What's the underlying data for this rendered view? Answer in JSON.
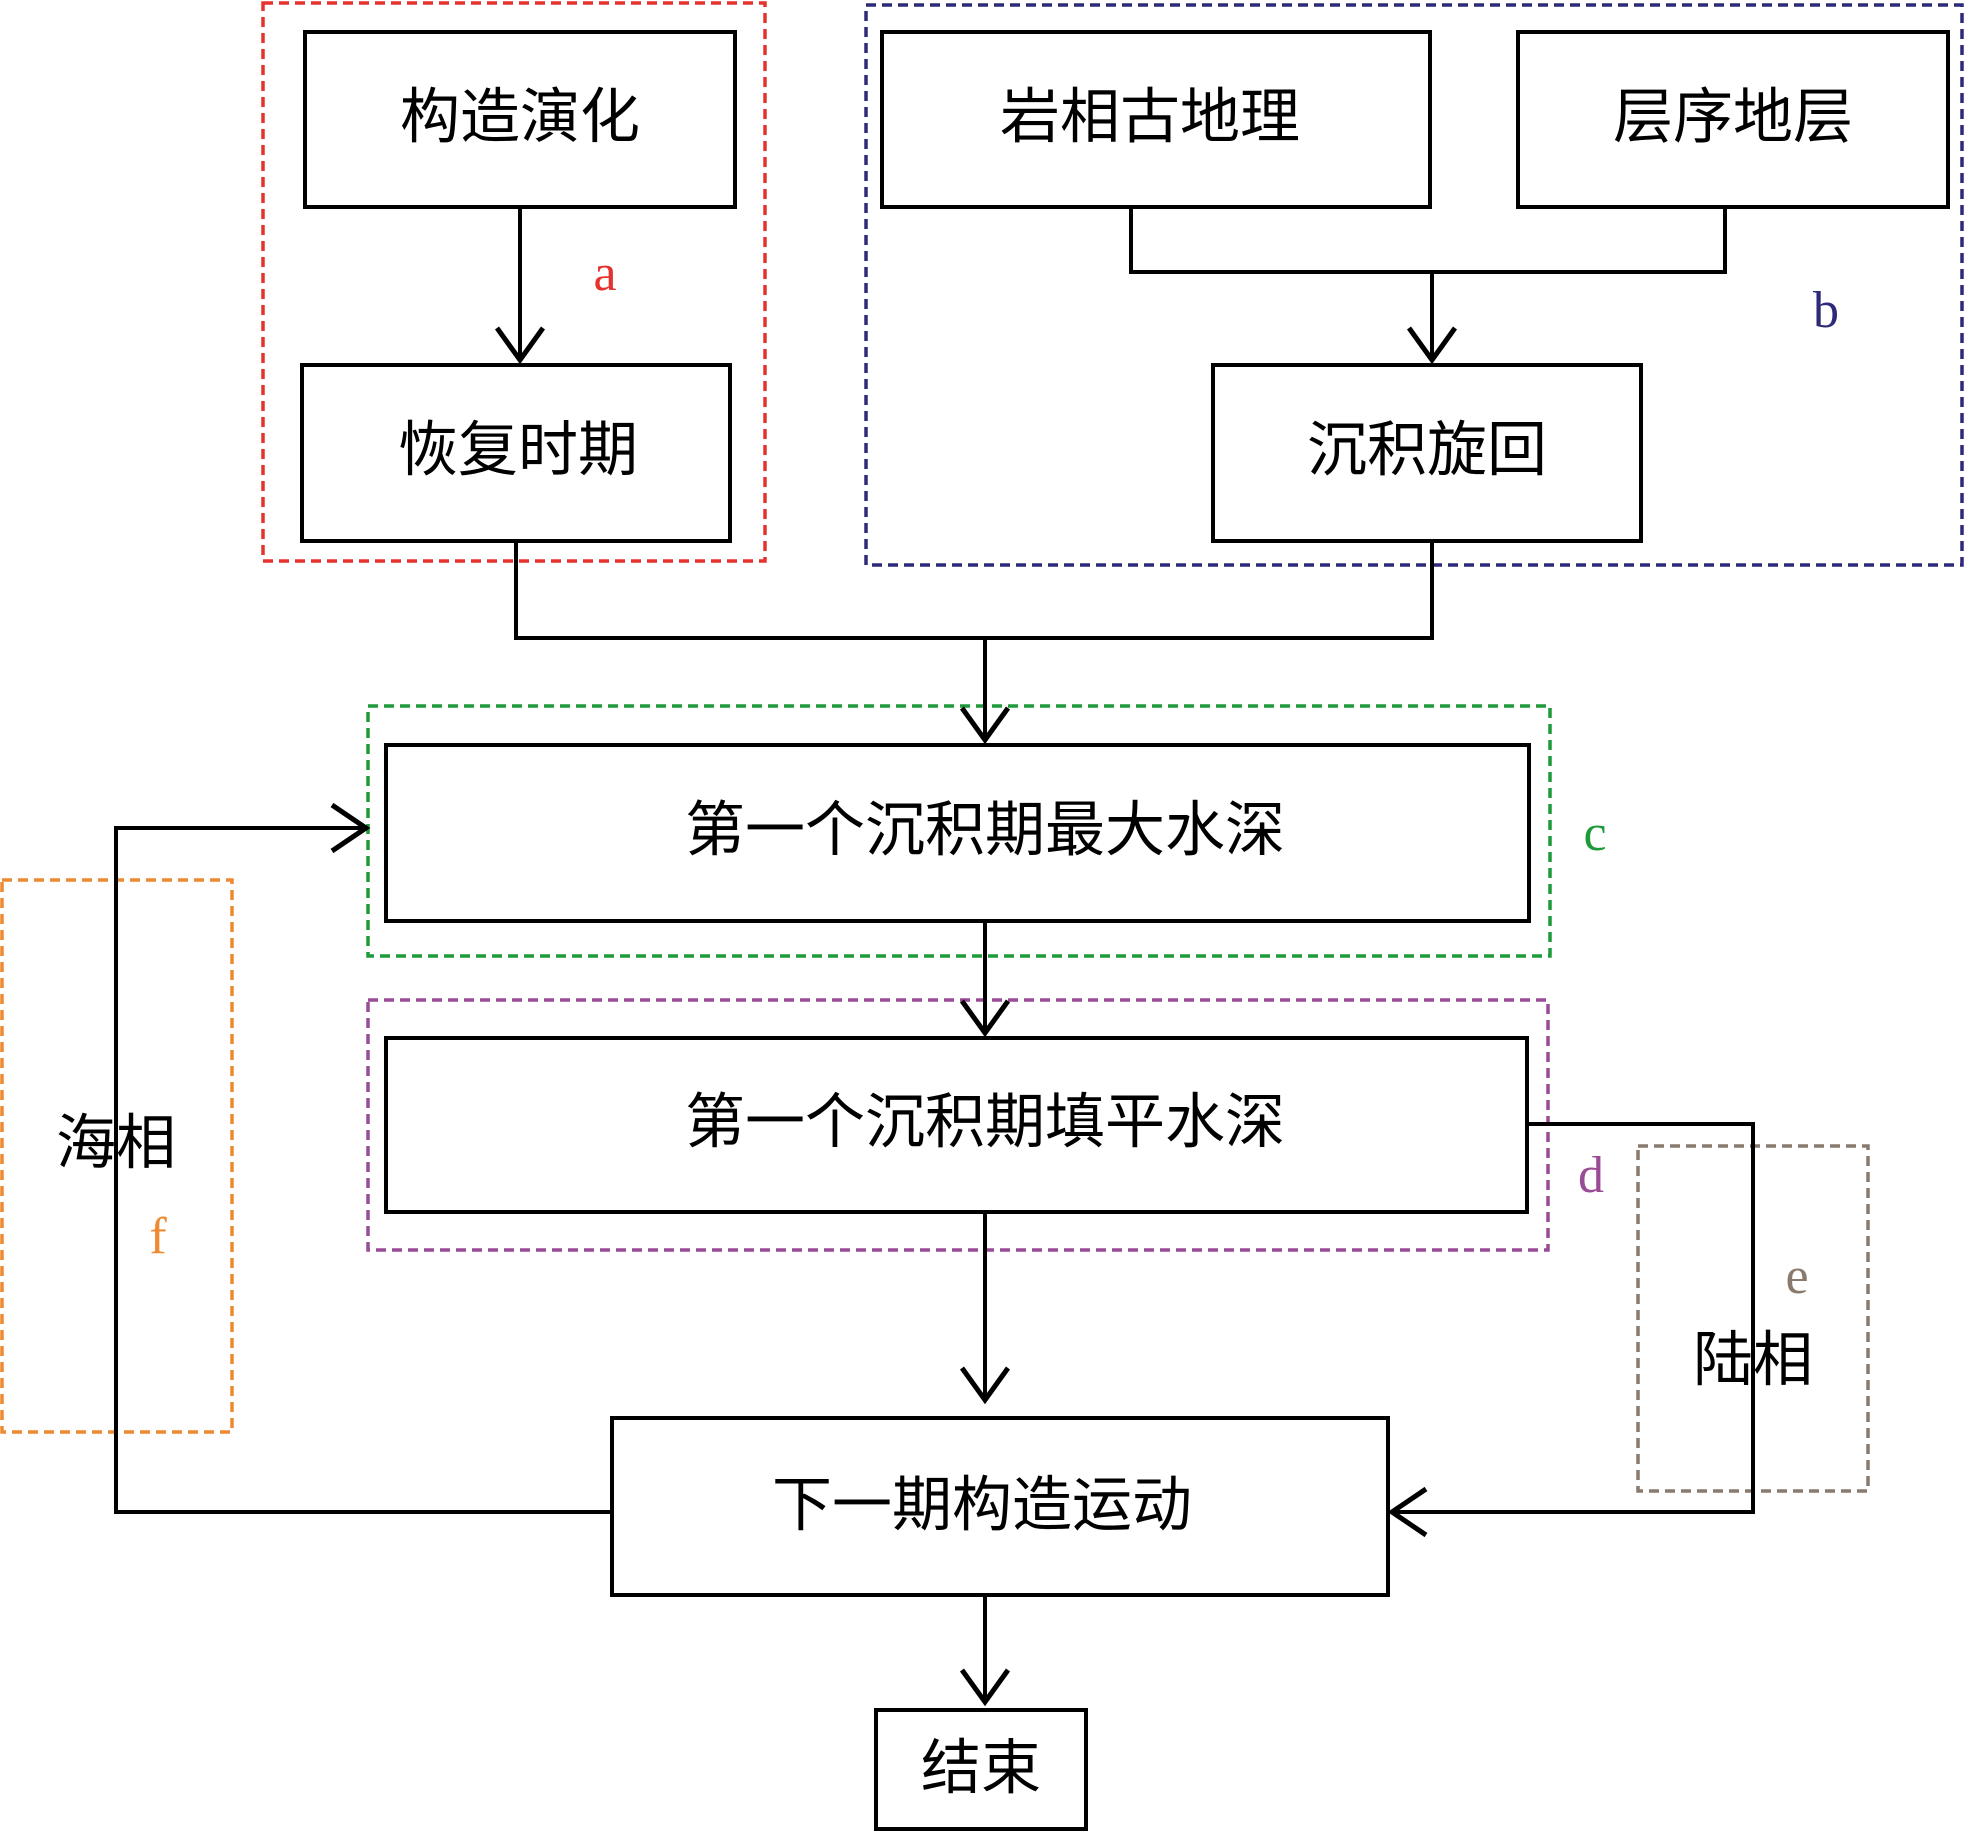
{
  "colors": {
    "a": "#e5322d",
    "b": "#2e2a7a",
    "c": "#1f9a3a",
    "d": "#9a4b95",
    "e": "#8a7a6d",
    "f": "#ee8a32"
  },
  "nodes": {
    "tectonic_evolution": "构造演化",
    "recovery_period": "恢复时期",
    "lithofacies_paleogeography": "岩相古地理",
    "sequence_stratigraphy": "层序地层",
    "sedimentary_cycle": "沉积旋回",
    "first_max_depth": "第一个沉积期最大水深",
    "first_filled_depth": "第一个沉积期填平水深",
    "next_tectonic": "下一期构造运动",
    "end": "结束"
  },
  "branches": {
    "marine": "海相",
    "continental": "陆相"
  },
  "group_tags": {
    "a": "a",
    "b": "b",
    "c": "c",
    "d": "d",
    "e": "e",
    "f": "f"
  }
}
